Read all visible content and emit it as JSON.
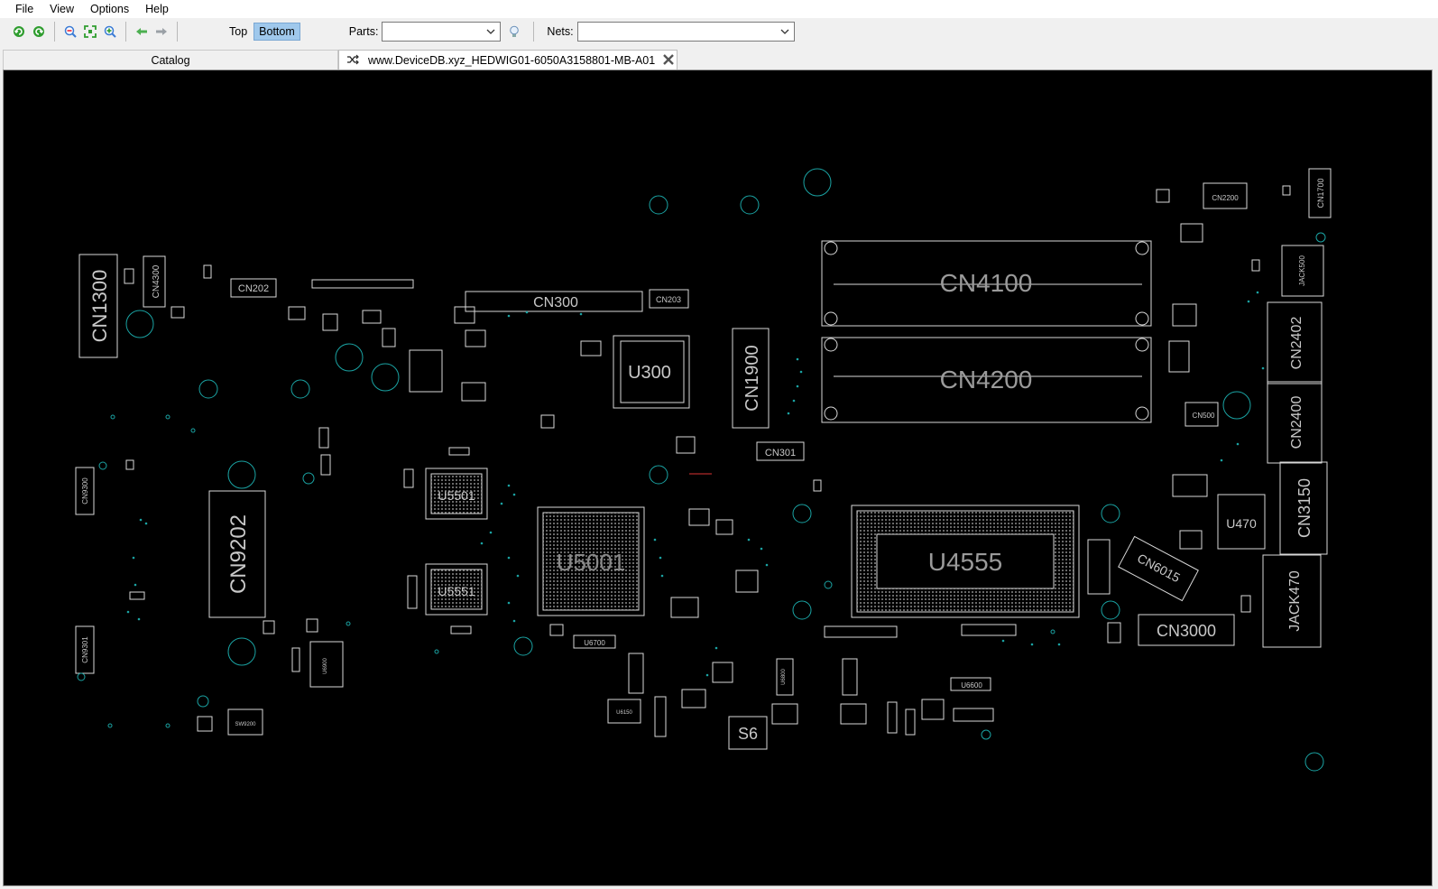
{
  "menu": [
    "File",
    "View",
    "Options",
    "Help"
  ],
  "toolbar": {
    "icons": [
      "reload-icon",
      "redo-icon",
      "zoom-out-icon",
      "fit-icon",
      "zoom-in-icon",
      "back-arrow-icon",
      "forward-arrow-icon"
    ],
    "top_label": "Top",
    "bottom_label": "Bottom",
    "active_side": "Bottom",
    "parts_label": "Parts:",
    "parts_value": "",
    "nets_label": "Nets:",
    "nets_value": ""
  },
  "tabs": {
    "catalog": "Catalog",
    "board": "www.DeviceDB.xyz_HEDWIG01-6050A3158801-MB-A01"
  },
  "board": {
    "colors": {
      "background": "#000000",
      "outline": "#d8d8d8",
      "via": "#1aa3a3",
      "label": "#c8c8c8"
    },
    "big_labels": [
      "CN1300",
      "CN4300",
      "CN202",
      "CN300",
      "CN203",
      "U300",
      "CN1900",
      "CN4100",
      "CN4200",
      "CN1700",
      "CN2200",
      "JACK500",
      "CN2402",
      "CN2400",
      "CN500",
      "CN301",
      "U5501",
      "U5001",
      "U5551",
      "U4555",
      "CN9202",
      "CN9300",
      "CN9301",
      "CN3150",
      "U470",
      "CN6015",
      "CN3000",
      "JACK470",
      "S6",
      "SW9200",
      "U6700",
      "U6600",
      "U6800",
      "U6900",
      "U6150"
    ]
  }
}
